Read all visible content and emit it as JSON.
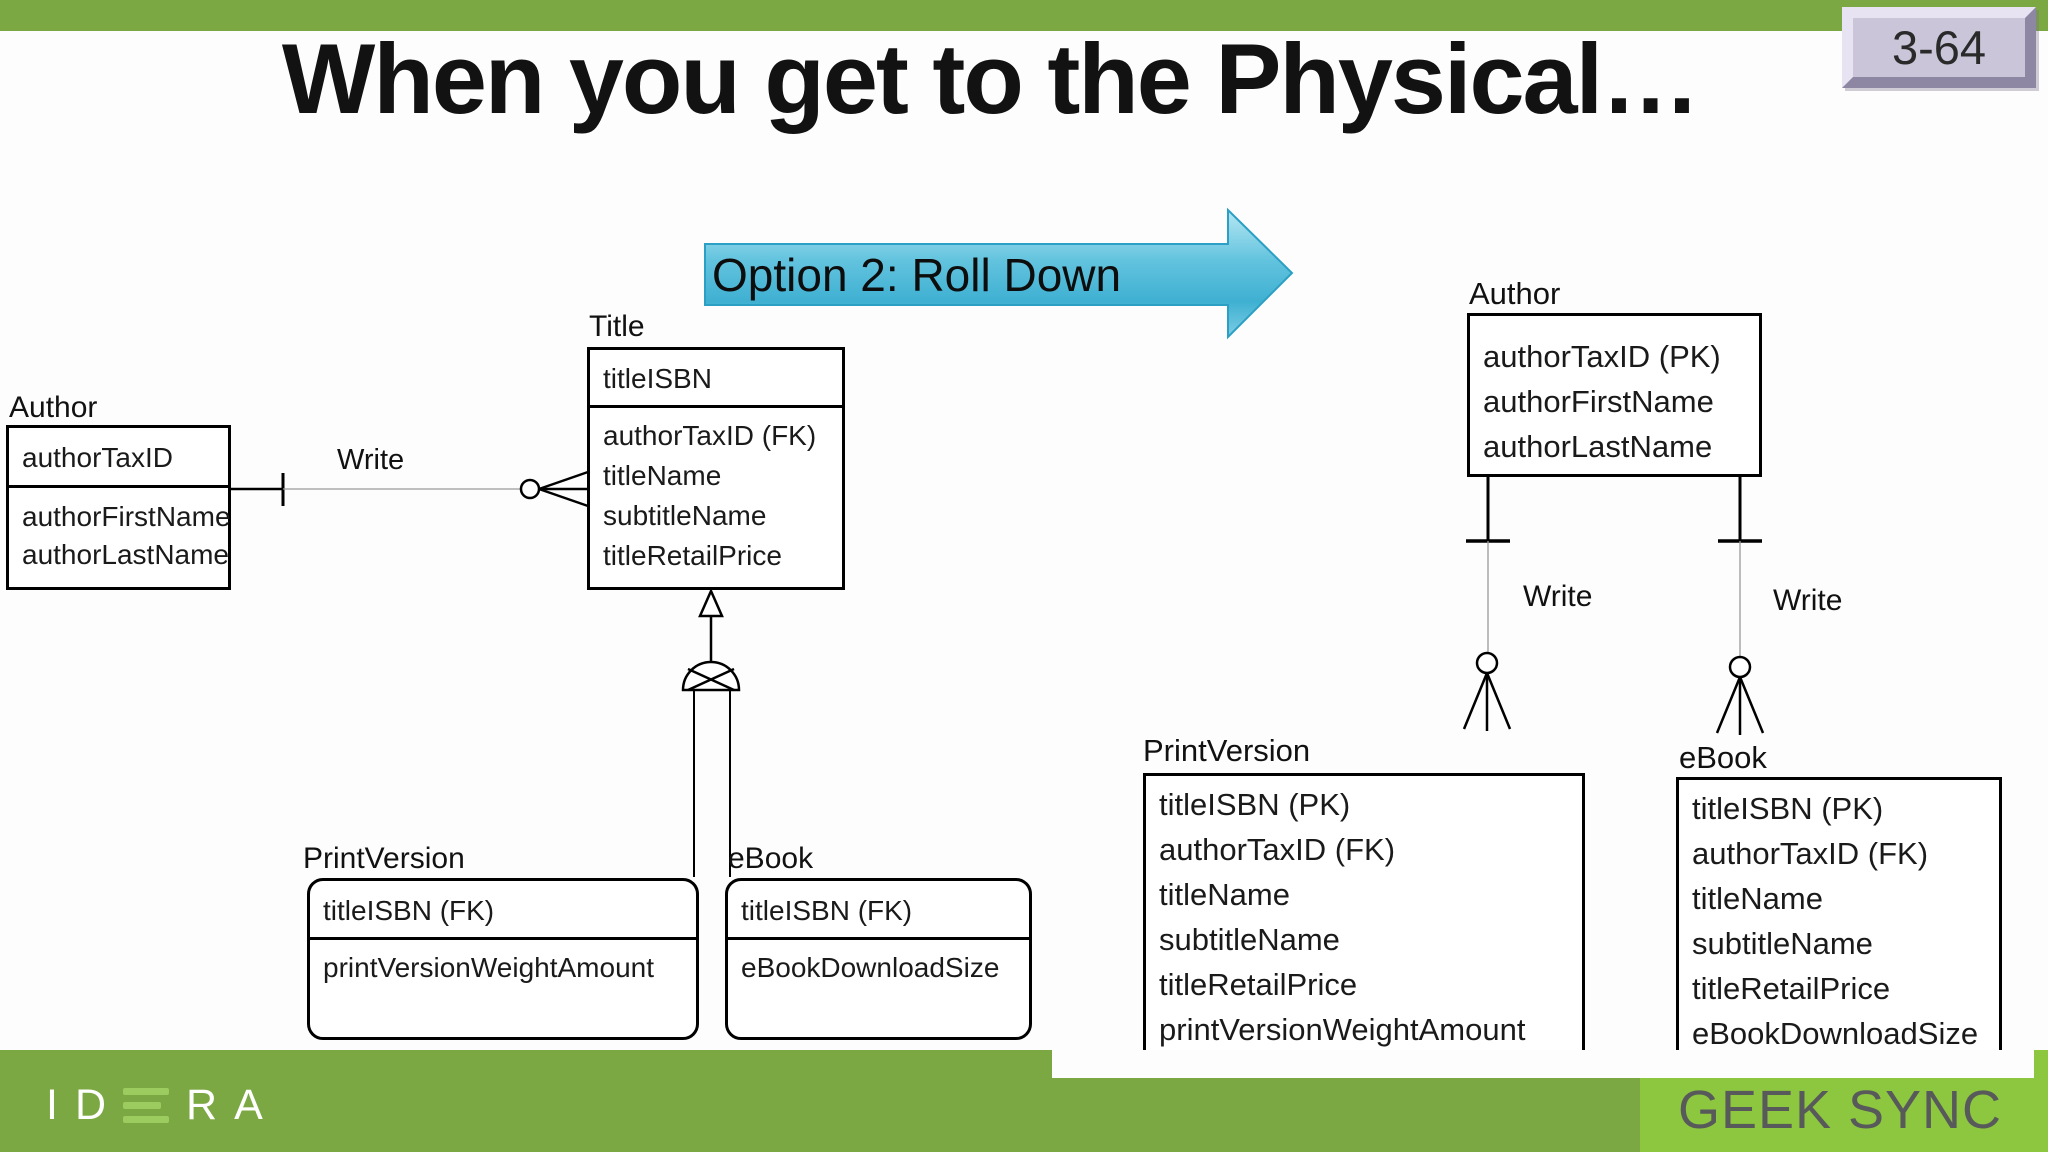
{
  "slide": {
    "number": "3-64",
    "title": "When you get to the Physical…"
  },
  "banner": {
    "label": "Option 2: Roll Down"
  },
  "left_diagram": {
    "author": {
      "label": "Author",
      "key_attrs": [
        "authorTaxID"
      ],
      "attrs": [
        "authorFirstName",
        "authorLastName"
      ]
    },
    "title_entity": {
      "label": "Title",
      "key_attrs": [
        "titleISBN"
      ],
      "attrs": [
        "authorTaxID (FK)",
        "titleName",
        "subtitleName",
        "titleRetailPrice"
      ]
    },
    "print_version": {
      "label": "PrintVersion",
      "key_attrs": [
        "titleISBN (FK)"
      ],
      "attrs": [
        "printVersionWeightAmount"
      ]
    },
    "ebook": {
      "label": "eBook",
      "key_attrs": [
        "titleISBN (FK)"
      ],
      "attrs": [
        "eBookDownloadSize"
      ]
    },
    "relationship": {
      "label": "Write"
    }
  },
  "right_diagram": {
    "author": {
      "label": "Author",
      "attrs": [
        "authorTaxID (PK)",
        "authorFirstName",
        "authorLastName"
      ]
    },
    "print_version": {
      "label": "PrintVersion",
      "attrs": [
        "titleISBN (PK)",
        "authorTaxID (FK)",
        "titleName",
        "subtitleName",
        "titleRetailPrice",
        "printVersionWeightAmount"
      ]
    },
    "ebook": {
      "label": "eBook",
      "attrs": [
        "titleISBN (PK)",
        "authorTaxID (FK)",
        "titleName",
        "subtitleName",
        "titleRetailPrice",
        "eBookDownloadSize"
      ]
    },
    "relationships": {
      "write_left": "Write",
      "write_right": "Write"
    }
  },
  "footer": {
    "brand_letters": {
      "l1": "I",
      "l2": "D",
      "l4": "R",
      "l5": "A"
    },
    "logo_text": "GEEK SYNC"
  },
  "colors": {
    "bar_green": "#7ba842",
    "logo_green": "#8dc63f",
    "arrow_cyan_light": "#aee2f0",
    "arrow_cyan_dark": "#3fb0d2",
    "badge_lavender": "#cac5d9",
    "geek_text_gray": "#58595b"
  }
}
